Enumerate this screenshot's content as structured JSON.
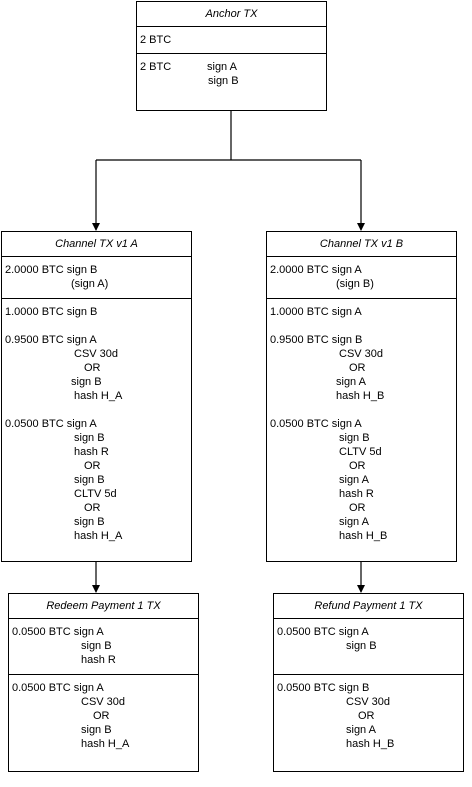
{
  "anchor": {
    "title": "Anchor TX",
    "out1": "2 BTC",
    "out2_amount": "2 BTC",
    "out2_sig1": "sign A",
    "out2_sig2": "sign B"
  },
  "channel_a": {
    "title": "Channel TX v1 A",
    "s1": [
      "2.0000 BTC sign B",
      "(sign A)"
    ],
    "s2": {
      "g1": [
        "1.0000 BTC sign B"
      ],
      "g2": [
        "0.9500 BTC sign A",
        "CSV 30d",
        "OR",
        "sign B",
        "hash H_A"
      ],
      "g3": [
        "0.0500 BTC sign A",
        "sign B",
        "hash R",
        "OR",
        "sign B",
        "CLTV 5d",
        "OR",
        "sign B",
        "hash H_A"
      ]
    }
  },
  "channel_b": {
    "title": "Channel TX v1 B",
    "s1": [
      "2.0000 BTC sign A",
      "(sign B)"
    ],
    "s2": {
      "g1": [
        "1.0000 BTC sign A"
      ],
      "g2": [
        "0.9500 BTC sign B",
        "CSV 30d",
        "OR",
        "sign A",
        "hash H_B"
      ],
      "g3": [
        "0.0500 BTC sign A",
        "sign B",
        "CLTV 5d",
        "OR",
        "sign A",
        "hash R",
        "OR",
        "sign A",
        "hash H_B"
      ]
    }
  },
  "redeem": {
    "title": "Redeem Payment 1 TX",
    "s1": [
      "0.0500 BTC sign A",
      "sign B",
      "hash R"
    ],
    "s2": [
      "0.0500 BTC sign A",
      "CSV 30d",
      "OR",
      "sign B",
      "hash H_A"
    ]
  },
  "refund": {
    "title": "Refund Payment 1 TX",
    "s1": [
      "0.0500 BTC sign A",
      "sign B"
    ],
    "s2": [
      "0.0500 BTC sign B",
      "CSV 30d",
      "OR",
      "sign A",
      "hash H_B"
    ]
  }
}
